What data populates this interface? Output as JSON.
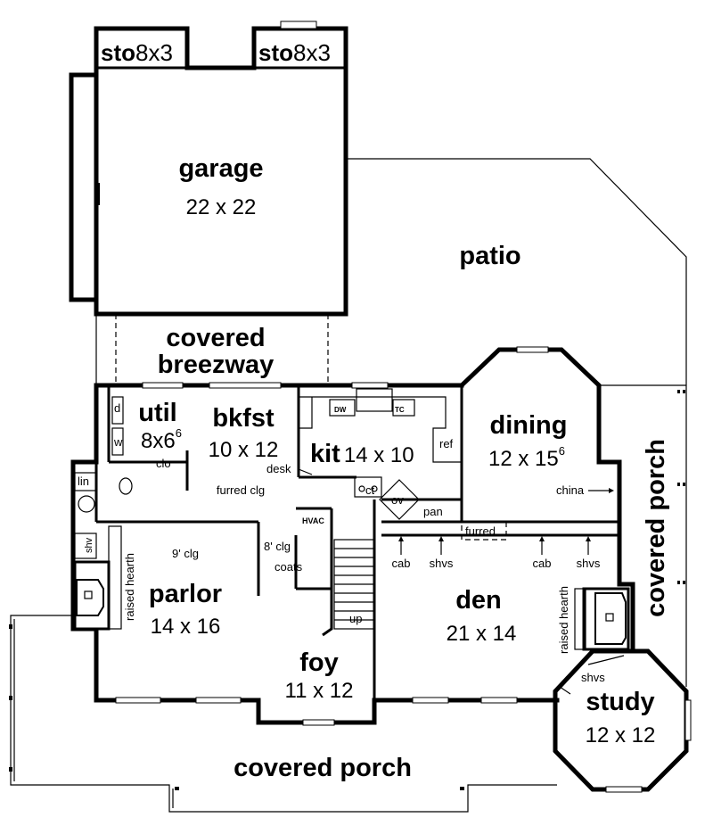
{
  "rooms": {
    "sto_left": {
      "name": "sto",
      "size": "8x3"
    },
    "sto_right": {
      "name": "sto",
      "size": "8x3"
    },
    "garage": {
      "name": "garage",
      "size": "22 x 22"
    },
    "patio": {
      "name": "patio"
    },
    "breezeway": {
      "line1": "covered",
      "line2": "breezway"
    },
    "util": {
      "name": "util",
      "size": "8x6",
      "sup": "6"
    },
    "bkfst": {
      "name": "bkfst",
      "size": "10 x 12"
    },
    "kit": {
      "name": "kit",
      "size": "14 x 10"
    },
    "dining": {
      "name": "dining",
      "size": "12 x 15",
      "sup": "6"
    },
    "parlor": {
      "name": "parlor",
      "size": "14 x 16"
    },
    "foy": {
      "name": "foy",
      "size": "11 x 12"
    },
    "den": {
      "name": "den",
      "size": "21 x 14"
    },
    "study": {
      "name": "study",
      "size": "12 x 12"
    },
    "porch_front": {
      "name": "covered porch"
    },
    "porch_side": {
      "name": "covered porch"
    }
  },
  "notes": {
    "d": "d",
    "w": "w",
    "clo": "clo",
    "lin": "lin",
    "shv": "shv",
    "raised_hearth_left": "raised hearth",
    "raised_hearth_right": "raised hearth",
    "furred_clg": "furred clg",
    "nine_clg": "9' clg",
    "eight_clg": "8' clg",
    "coats": "coats",
    "desk": "desk",
    "dw": "DW",
    "tc": "TC",
    "ref": "ref",
    "ct": "ct",
    "ov": "ov",
    "pan": "pan",
    "hvac": "HVAC",
    "furred": "furred",
    "cab_left": "cab",
    "shvs_left": "shvs",
    "cab_right": "cab",
    "shvs_right": "shvs",
    "china": "china",
    "up": "up",
    "shvs_study": "shvs"
  }
}
